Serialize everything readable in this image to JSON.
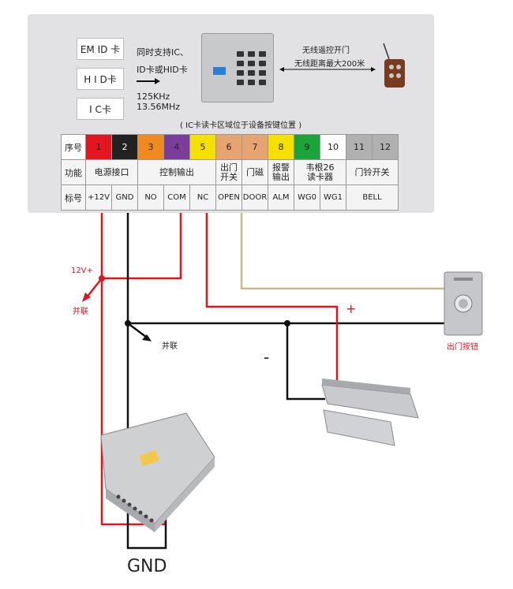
{
  "cards": [
    "EM ID 卡",
    "H I D卡",
    "I C卡"
  ],
  "reader_text": {
    "line1": "同时支持IC、",
    "line2": "ID卡或HID卡",
    "freq1": "125KHz",
    "freq2": "13.56MHz",
    "note": "( IC卡读卡区域位于设备按键位置 )"
  },
  "remote_text": {
    "line1": "无线遥控开门",
    "line2": "无线距离最大200米"
  },
  "terminal": {
    "row_headers": [
      "序号",
      "功能",
      "标号"
    ],
    "numbers": [
      {
        "n": "1",
        "color": "#e3161f"
      },
      {
        "n": "2",
        "color": "#222222"
      },
      {
        "n": "3",
        "color": "#f08a1c"
      },
      {
        "n": "4",
        "color": "#7a3e9a"
      },
      {
        "n": "5",
        "color": "#f4e100"
      },
      {
        "n": "6",
        "color": "#e8a470"
      },
      {
        "n": "7",
        "color": "#e8a470"
      },
      {
        "n": "8",
        "color": "#f4e100"
      },
      {
        "n": "9",
        "color": "#1aa43a"
      },
      {
        "n": "10",
        "color": "#ffffff"
      },
      {
        "n": "11",
        "color": "#b0b0b0"
      },
      {
        "n": "12",
        "color": "#b0b0b0"
      }
    ],
    "functions": [
      {
        "label": "电源接口",
        "span": 2
      },
      {
        "label": "控制输出",
        "span": 3
      },
      {
        "label": "出门\n开关",
        "span": 1
      },
      {
        "label": "门磁",
        "span": 1
      },
      {
        "label": "报警\n输出",
        "span": 1
      },
      {
        "label": "韦根26\n读卡器",
        "span": 2
      },
      {
        "label": "门铃开关",
        "span": 2
      }
    ],
    "labels": [
      {
        "label": "+12V",
        "span": 1
      },
      {
        "label": "GND",
        "span": 1
      },
      {
        "label": "NO",
        "span": 1
      },
      {
        "label": "COM",
        "span": 1
      },
      {
        "label": "NC",
        "span": 1
      },
      {
        "label": "OPEN",
        "span": 1
      },
      {
        "label": "DOOR",
        "span": 1
      },
      {
        "label": "ALM",
        "span": 1
      },
      {
        "label": "WG0",
        "span": 1
      },
      {
        "label": "WG1",
        "span": 1
      },
      {
        "label": "BELL",
        "span": 2
      }
    ]
  },
  "wiring_labels": {
    "v12": "12V+",
    "parallel1": "并联",
    "parallel2": "并联",
    "plus": "+",
    "minus": "-",
    "exit_button": "出门按钮",
    "gnd": "GND"
  },
  "colors": {
    "red_wire": "#e0141e",
    "black_wire": "#111111",
    "tan_wire": "#c9b98a"
  }
}
